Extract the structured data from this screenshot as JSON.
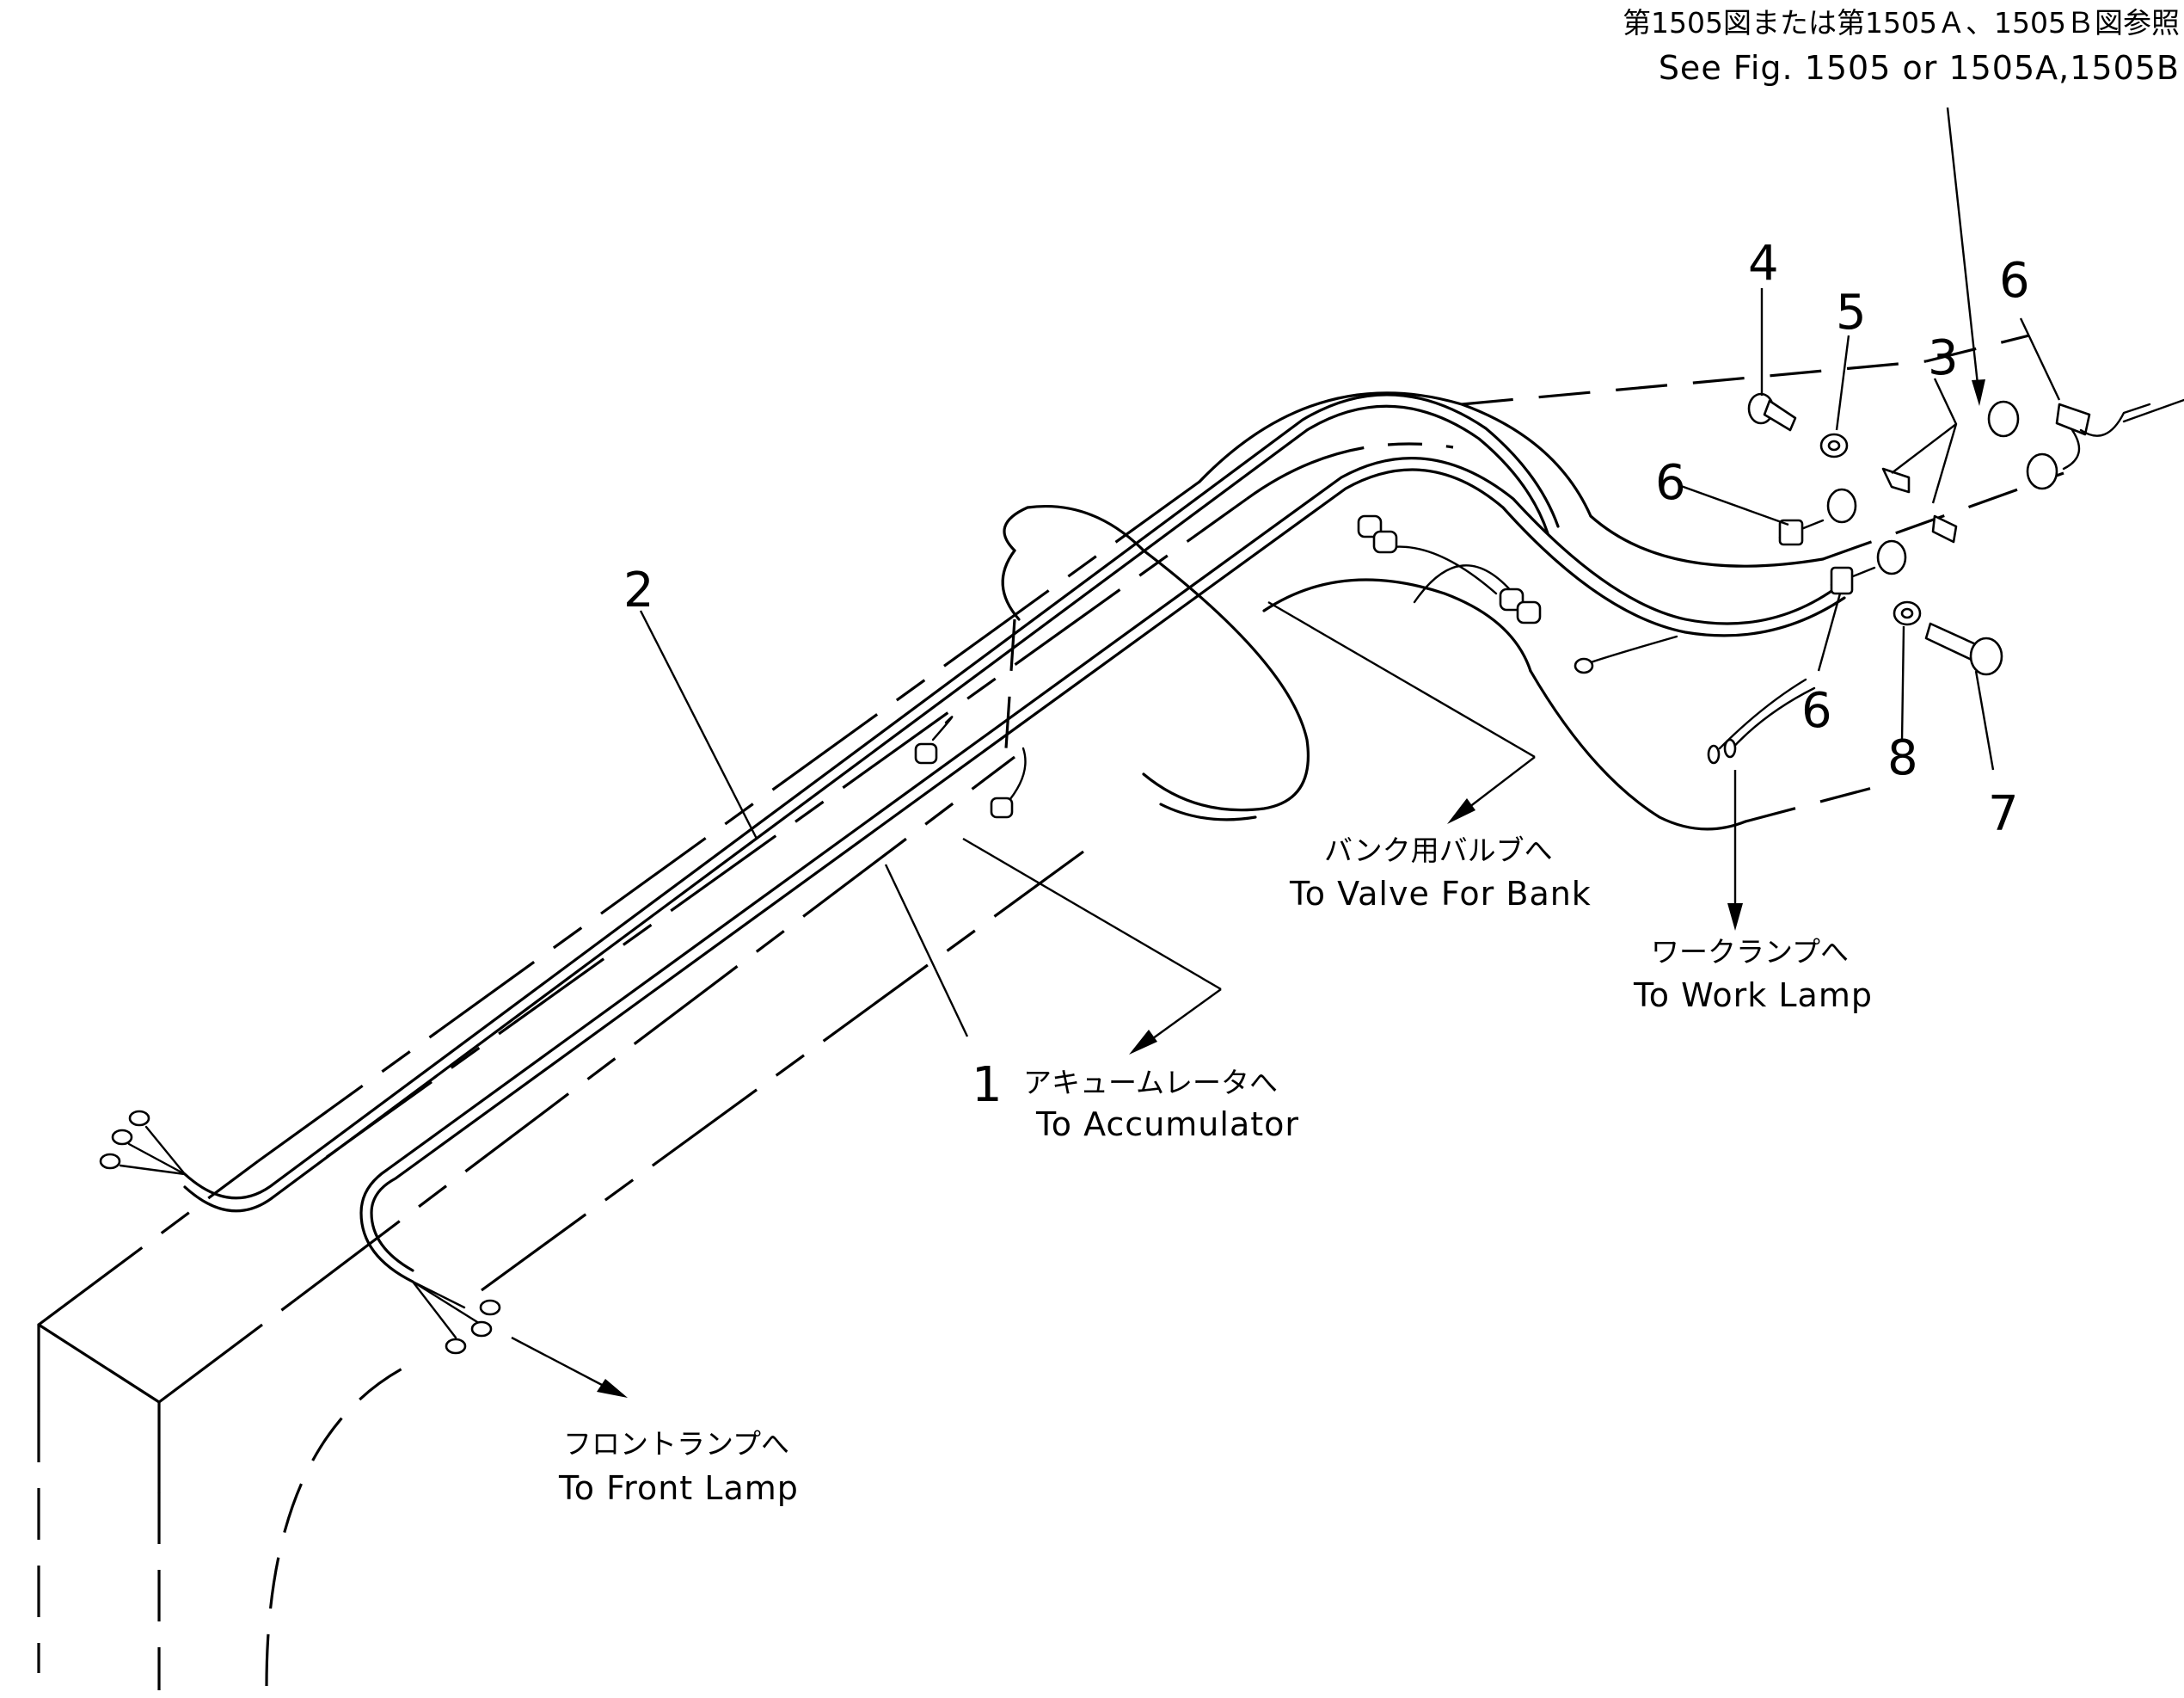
{
  "reference": {
    "ja": "第1505図または第1505Ａ、1505Ｂ図参照",
    "en": "See Fig. 1505 or 1505A,1505B"
  },
  "callouts": {
    "c1": "1",
    "c2": "2",
    "c3": "3",
    "c4": "4",
    "c5": "5",
    "c6_top": "6",
    "c6_mid": "6",
    "c6_low": "6",
    "c7": "7",
    "c8": "8"
  },
  "destinations": {
    "valve_bank": {
      "ja": "バンク用バルブへ",
      "en": "To Valve For Bank"
    },
    "work_lamp": {
      "ja": "ワークランプへ",
      "en": "To Work Lamp"
    },
    "accumulator": {
      "ja": "アキュームレータへ",
      "en": "To Accumulator"
    },
    "front_lamp": {
      "ja": "フロントランプへ",
      "en": "To Front Lamp"
    }
  }
}
